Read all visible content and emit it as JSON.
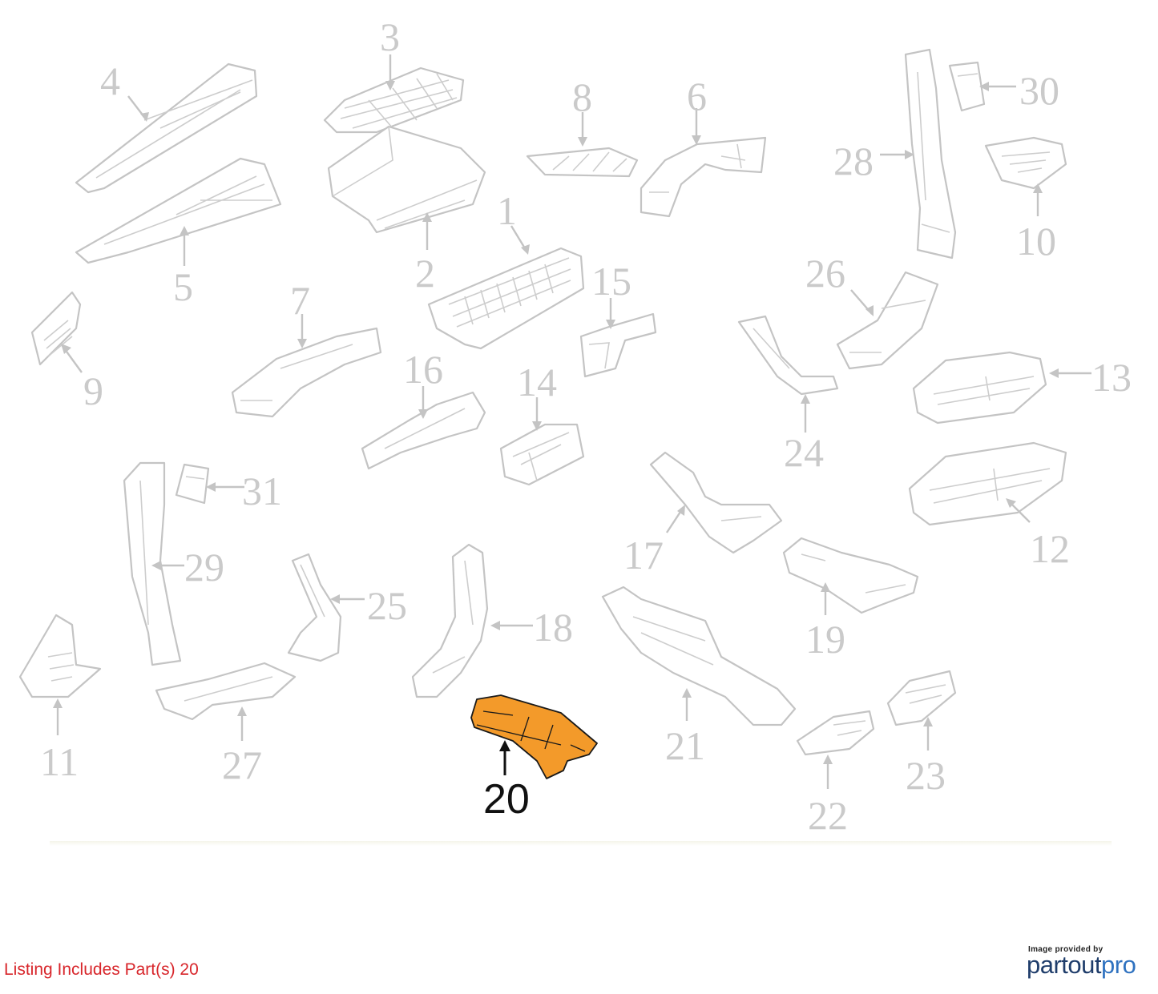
{
  "diagram": {
    "highlight_color": "#f39a2a",
    "part_color": "#c4c4c4",
    "highlighted_callout": "20",
    "callouts": [
      "1",
      "2",
      "3",
      "4",
      "5",
      "6",
      "7",
      "8",
      "9",
      "10",
      "11",
      "12",
      "13",
      "14",
      "15",
      "16",
      "17",
      "18",
      "19",
      "20",
      "21",
      "22",
      "23",
      "24",
      "25",
      "26",
      "27",
      "28",
      "29",
      "30",
      "31"
    ]
  },
  "footer": {
    "listing_text": "Listing Includes Part(s) 20",
    "listing_color": "#d8262b",
    "provided_by": "Image provided by",
    "brand_part1": "partout",
    "brand_part2": "pro"
  }
}
